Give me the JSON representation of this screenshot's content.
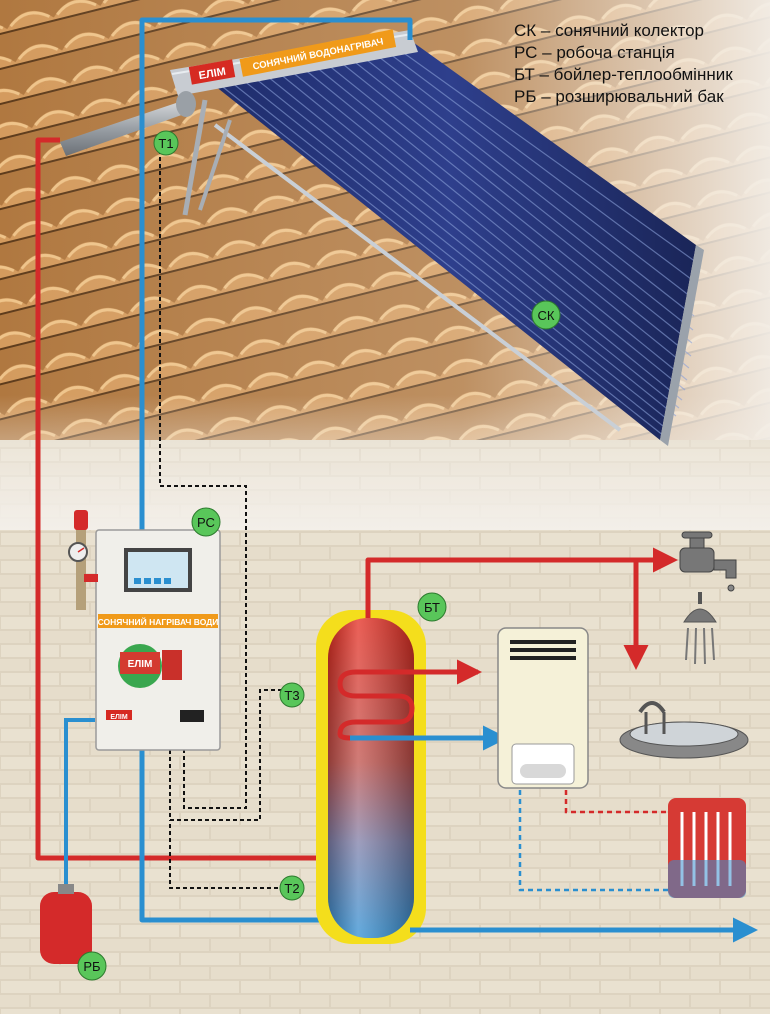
{
  "legend": [
    "СК – сонячний колектор",
    "РС – робоча станція",
    "БТ – бойлер-теплообмінник",
    "РБ – розширювальний бак"
  ],
  "labels": {
    "collector": "СК",
    "station": "РС",
    "boiler": "БТ",
    "tank": "РБ",
    "t1": "Т1",
    "t2": "Т2",
    "t3": "Т3"
  },
  "collector_banner": "СОНЯЧНИЙ ВОДОНАГРІВАЧ",
  "station_panel": {
    "banner": "СОНЯЧНИЙ НАГРІВАЧ ВОДИ",
    "pump_brand": "ЕЛІМ",
    "brand_top": "ЕЛІМ",
    "brand_bottom": "ЕЛІМ"
  },
  "colors": {
    "hot": "#d42a2a",
    "cold": "#2a8fd0",
    "label_badge": "#59c65a",
    "sensor_line": "#111111"
  }
}
